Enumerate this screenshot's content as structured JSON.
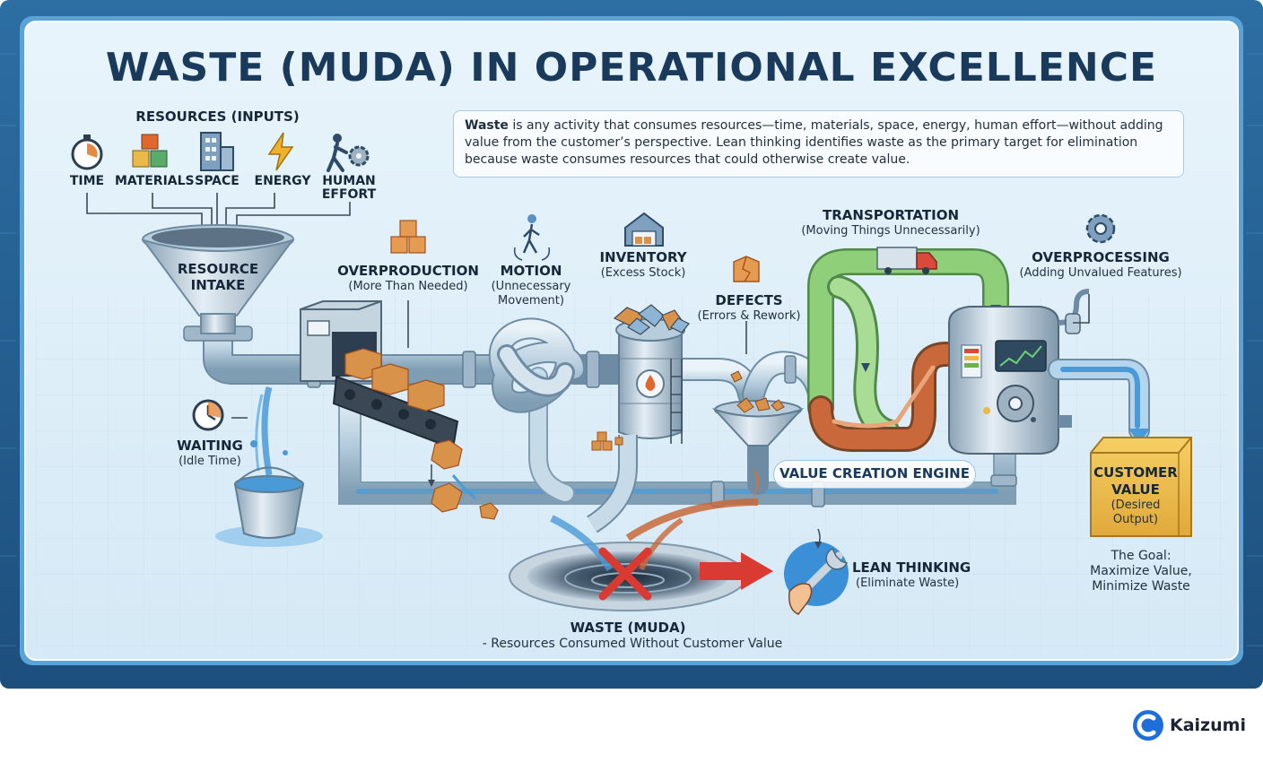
{
  "title": "WASTE (MUDA) IN OPERATIONAL EXCELLENCE",
  "description": {
    "term": "Waste",
    "text": " is any activity that consumes resources—time, materials, space, energy, human effort—without adding value from the customer’s perspective. Lean thinking identifies waste as the primary target for elimination because waste consumes resources that could otherwise create value."
  },
  "resources": {
    "heading": "RESOURCES (INPUTS)",
    "items": [
      {
        "label": "TIME",
        "icon": "stopwatch-icon"
      },
      {
        "label": "MATERIALS",
        "icon": "cubes-icon"
      },
      {
        "label": "SPACE",
        "icon": "building-icon"
      },
      {
        "label": "ENERGY",
        "icon": "lightning-icon"
      },
      {
        "label": "HUMAN",
        "label2": "EFFORT",
        "icon": "worker-gear-icon"
      }
    ]
  },
  "funnel": {
    "line1": "RESOURCE",
    "line2": "INTAKE"
  },
  "wastes": {
    "waiting": {
      "name": "WAITING",
      "desc": "(Idle Time)"
    },
    "overproduction": {
      "name": "OVERPRODUCTION",
      "desc": "(More Than Needed)"
    },
    "motion": {
      "name": "MOTION",
      "desc1": "(Unnecessary",
      "desc2": "Movement)"
    },
    "inventory": {
      "name": "INVENTORY",
      "desc": "(Excess Stock)"
    },
    "defects": {
      "name": "DEFECTS",
      "desc": "(Errors & Rework)"
    },
    "transportation": {
      "name": "TRANSPORTATION",
      "desc": "(Moving Things Unnecessarily)"
    },
    "overprocessing": {
      "name": "OVERPROCESSING",
      "desc": "(Adding Unvalued Features)"
    }
  },
  "engine": "VALUE CREATION ENGINE",
  "customer": {
    "line1": "CUSTOMER",
    "line2": "VALUE",
    "line3": "(Desired",
    "line4": "Output)"
  },
  "goal": {
    "line1": "The Goal:",
    "line2": "Maximize Value,",
    "line3": "Minimize Waste"
  },
  "drain": {
    "name": "WASTE (MUDA)",
    "desc": "- Resources Consumed Without Customer Value"
  },
  "lean": {
    "name": "LEAN THINKING",
    "desc": "(Eliminate Waste)"
  },
  "brand": {
    "name": "Kaizumi"
  },
  "colors": {
    "frame": "#2c6a9e",
    "panel": "#dcedf8",
    "pipe": "#aec7da",
    "water": "#4a9ad8",
    "box": "#d9924a",
    "green_pipe": "#8fcf7a",
    "rust": "#c9683a",
    "customer_box": "#e9b949",
    "red_x": "#d93a32"
  }
}
